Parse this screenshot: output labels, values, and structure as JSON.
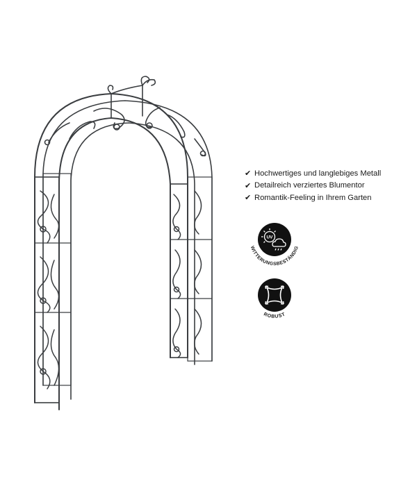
{
  "features": [
    "Hochwertiges und langlebiges Metall",
    "Detailreich verziertes Blumentor",
    "Romantik-Feeling in Ihrem Garten"
  ],
  "badges": {
    "weather": {
      "label": "WITTERUNGSBESTÄNDIG",
      "icon_text": "UV",
      "icon": "uv-sun-cloud-icon"
    },
    "robust": {
      "label": "ROBUST",
      "icon": "robust-arrows-icon"
    }
  },
  "colors": {
    "metal": "#3a3d40",
    "badge": "#111111",
    "text": "#1a1a1a"
  }
}
